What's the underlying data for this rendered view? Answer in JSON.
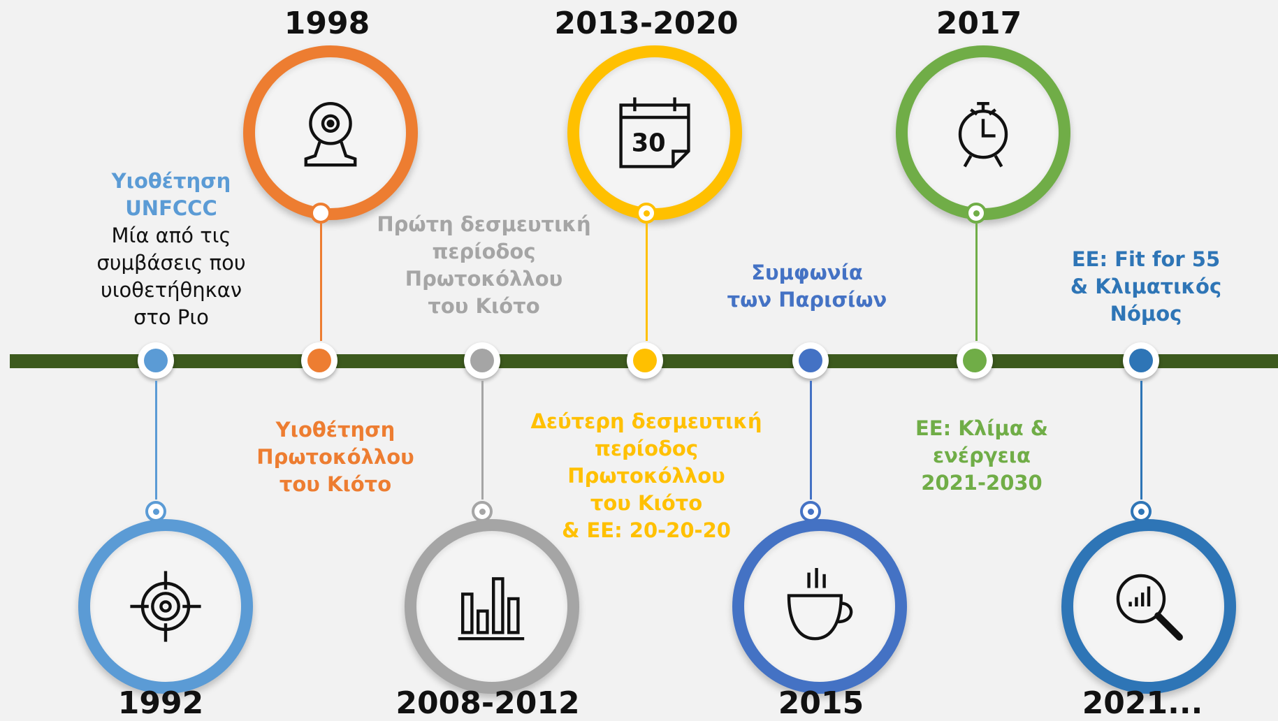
{
  "events": [
    {
      "year": "1992",
      "color": "#5b9bd5",
      "icon": "target-icon",
      "title_lines": [
        "Υιοθέτηση",
        "UNFCCC"
      ],
      "desc_lines": [
        "Μία από τις",
        "συμβάσεις που",
        "υιοθετήθηκαν",
        "στο Ριο"
      ]
    },
    {
      "year": "1998",
      "color": "#ed7d31",
      "icon": "webcam-icon",
      "title_lines": [
        "Υιοθέτηση",
        "Πρωτοκόλλου",
        "του Κιότο"
      ]
    },
    {
      "year": "2008-2012",
      "color": "#a5a5a5",
      "icon": "bar-chart-icon",
      "title_lines": [
        "Πρώτη δεσμευτική",
        "περίοδος",
        "Πρωτοκόλλου",
        "του Κιότο"
      ]
    },
    {
      "year": "2013-2020",
      "color": "#ffc000",
      "icon": "calendar-icon",
      "calendar_day": "30",
      "title_lines": [
        "Δεύτερη δεσμευτική",
        "περίοδος",
        "Πρωτοκόλλου",
        "του Κιότο",
        "& ΕΕ: 20-20-20"
      ]
    },
    {
      "year": "2015",
      "color": "#4472c4",
      "icon": "coffee-cup-icon",
      "title_lines": [
        "Συμφωνία",
        "των Παρισίων"
      ]
    },
    {
      "year": "2017",
      "color": "#70ad47",
      "icon": "alarm-clock-icon",
      "title_lines": [
        "ΕΕ: Κλίμα &",
        "ενέργεια",
        "2021-2030"
      ]
    },
    {
      "year": "2021...",
      "color": "#2e75b6",
      "icon": "magnifier-chart-icon",
      "title_lines": [
        "ΕΕ: Fit for 55",
        "& Κλιματικός",
        "Νόμος"
      ]
    }
  ],
  "timeline_color": "#3d5a1e"
}
